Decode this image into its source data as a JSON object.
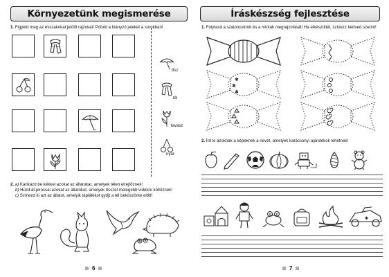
{
  "left_page": {
    "title": "Környezetünk megismerése",
    "task1": {
      "number": "1.",
      "text": "Figyeld meg az évszakokat jelölő rajzokat! Pótold a hiányzó jeleket a sorokban!"
    },
    "season_labels": [
      "ősz",
      "tél",
      "tavasz",
      "nyár"
    ],
    "task2": {
      "number": "2.",
      "line_a_prefix": "a)",
      "line_a": "Karikázd be kékkel azokat az állatokat, amelyek télen elrejtőznek!",
      "line_b_prefix": "b)",
      "line_b": "Húzd át pirossal azokat az állatokat, amelyek ősszel melegebb vidékre költöznek!",
      "line_c_prefix": "c)",
      "line_c": "Színezd ki azt az állatot, amelyik táplálékot gyűjt a tél beköszönte előtt!"
    },
    "page_number": "6"
  },
  "right_page": {
    "title": "Íráskészség fejlesztése",
    "task1": {
      "number": "1.",
      "text": "Folytasd a szaloncukrok és a minták megrajzolását! Ha elkészültél, színezz kedved szerint!"
    },
    "task2": {
      "number": "2.",
      "text": "Írd le azoknak a képeknek a nevét, amelyek karácsonyi ajándékok lehetnek!"
    },
    "page_number": "7"
  },
  "icons": {
    "grid_icons": [
      "scarf-icon",
      "cherries-icon",
      "umbrella-icon",
      "tulip-icon"
    ],
    "sidebar_icons": [
      "umbrella-icon",
      "scarf-icon",
      "tulip-icon",
      "cherries-icon"
    ],
    "animals": [
      "stork-icon",
      "squirrel-icon",
      "swallow-icon",
      "hedgehog-icon",
      "frog-icon"
    ],
    "gift_row_1": [
      "apple-icon",
      "pencil-icon",
      "soccer-ball-icon",
      "pumpkin-icon",
      "robot-toy-icon",
      "pine-cone-icon",
      "teddy-bear-icon"
    ],
    "gift_row_2": [
      "toy-blocks-icon",
      "child-figure-icon",
      "frog-toy-icon",
      "backpack-icon",
      "campfire-icon",
      "race-car-icon"
    ]
  },
  "colors": {
    "banner_top": "#f4f4f4",
    "banner_bottom": "#d9d9d9",
    "line": "#222222",
    "page_number_square": "#aaaaaa"
  }
}
